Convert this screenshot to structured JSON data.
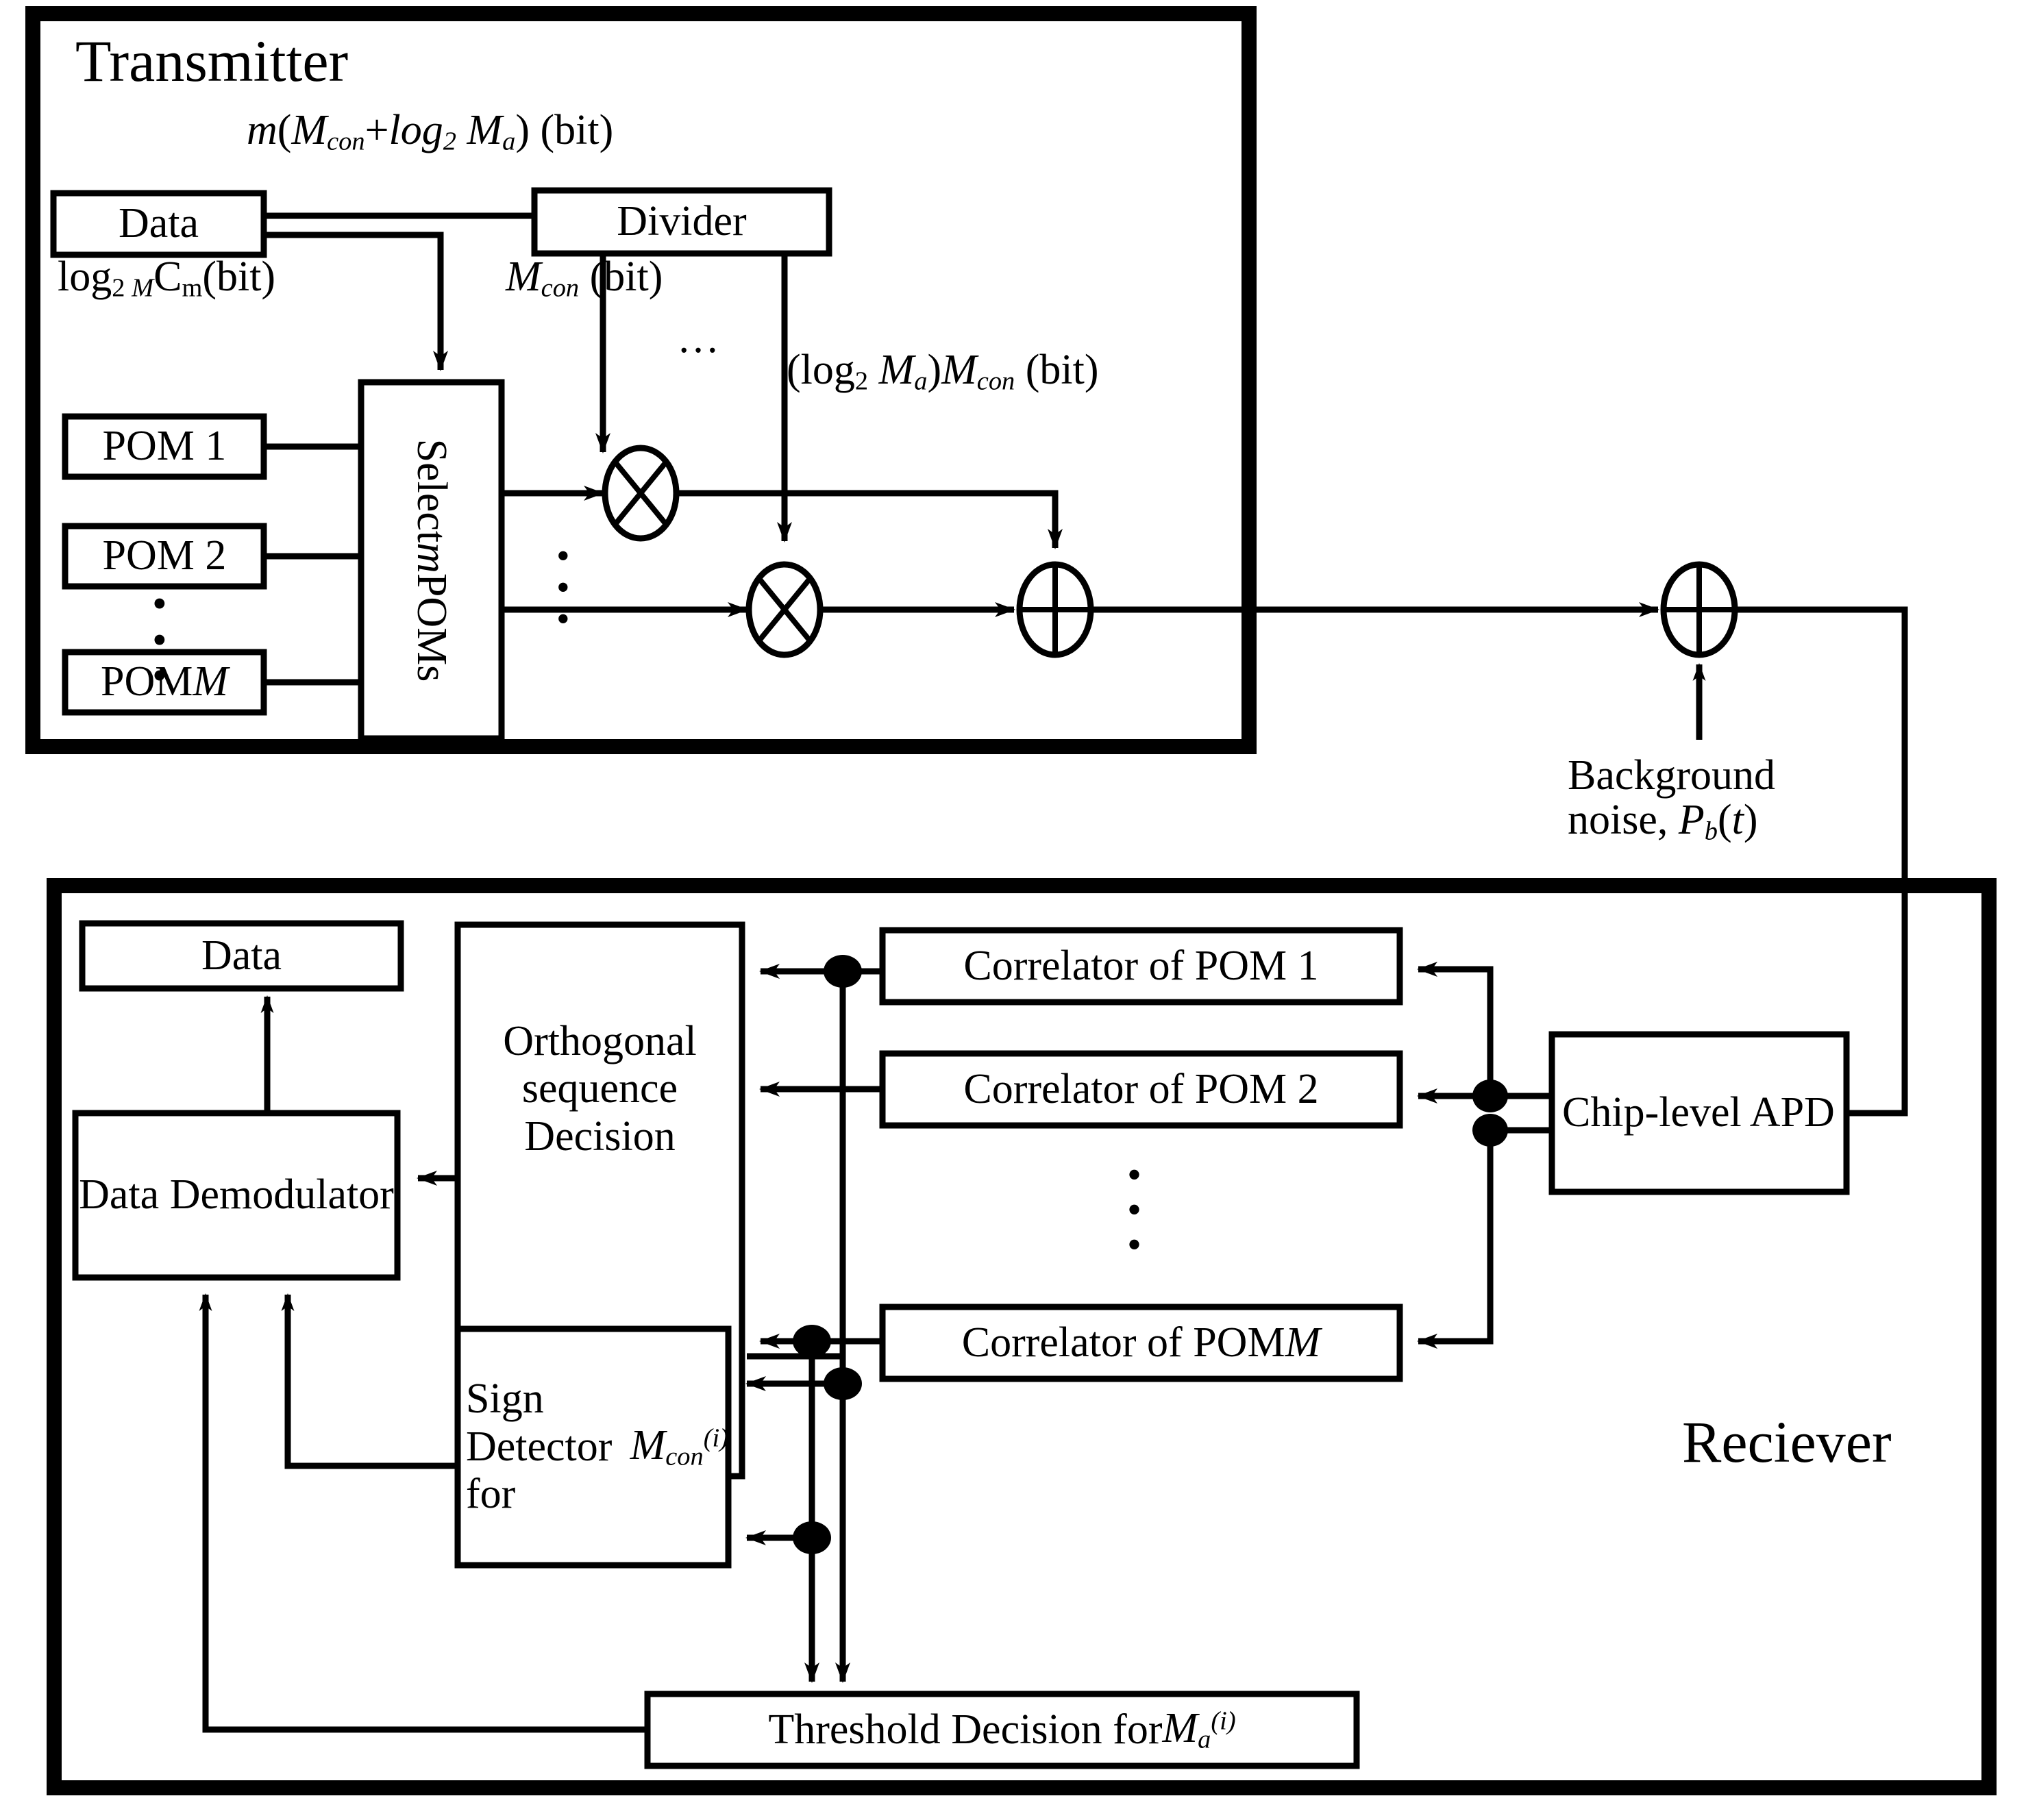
{
  "diagram": {
    "title_transmitter": "Transmitter",
    "title_receiver": "Reciever"
  },
  "transmitter": {
    "blocks": {
      "data": "Data",
      "divider": "Divider",
      "select": "Select m POMs",
      "pom1": "POM 1",
      "pom2": "POM 2",
      "pomM": "POM M"
    },
    "labels": {
      "top_rate": "m(Mcon+log2 Ma) (bit)",
      "data_rate": "log2 M Cm(bit)",
      "mcon_rate": "Mcon (bit)",
      "logma_rate": "(log2 Ma)Mcon (bit)",
      "vdots_pom": "⋮",
      "vdots_mult": "⋮",
      "hdots_divider": "…"
    },
    "operators": {
      "multiplier_top": "multiply",
      "multiplier_bottom": "multiply",
      "adder": "add"
    }
  },
  "channel": {
    "adder": "add",
    "noise_label_line1": "Background",
    "noise_label_line2": "noise, Pb(t)"
  },
  "receiver": {
    "blocks": {
      "data": "Data",
      "data_demodulator": "Data Demodulator",
      "orthogonal_decision": "Orthogonal sequence Decision",
      "correlator1": "Correlator of POM 1",
      "correlator2": "Correlator of POM 2",
      "correlatorM": "Correlator of POM M",
      "chip_level_apd": "Chip-level APD",
      "sign_detector": "Sign Detector for Mcon(i)",
      "threshold_decision": "Threshold Decision for Ma(i)"
    },
    "labels": {
      "vdots_correlator": "⋮"
    }
  },
  "colors": {
    "stroke": "#000000",
    "background": "#ffffff"
  }
}
